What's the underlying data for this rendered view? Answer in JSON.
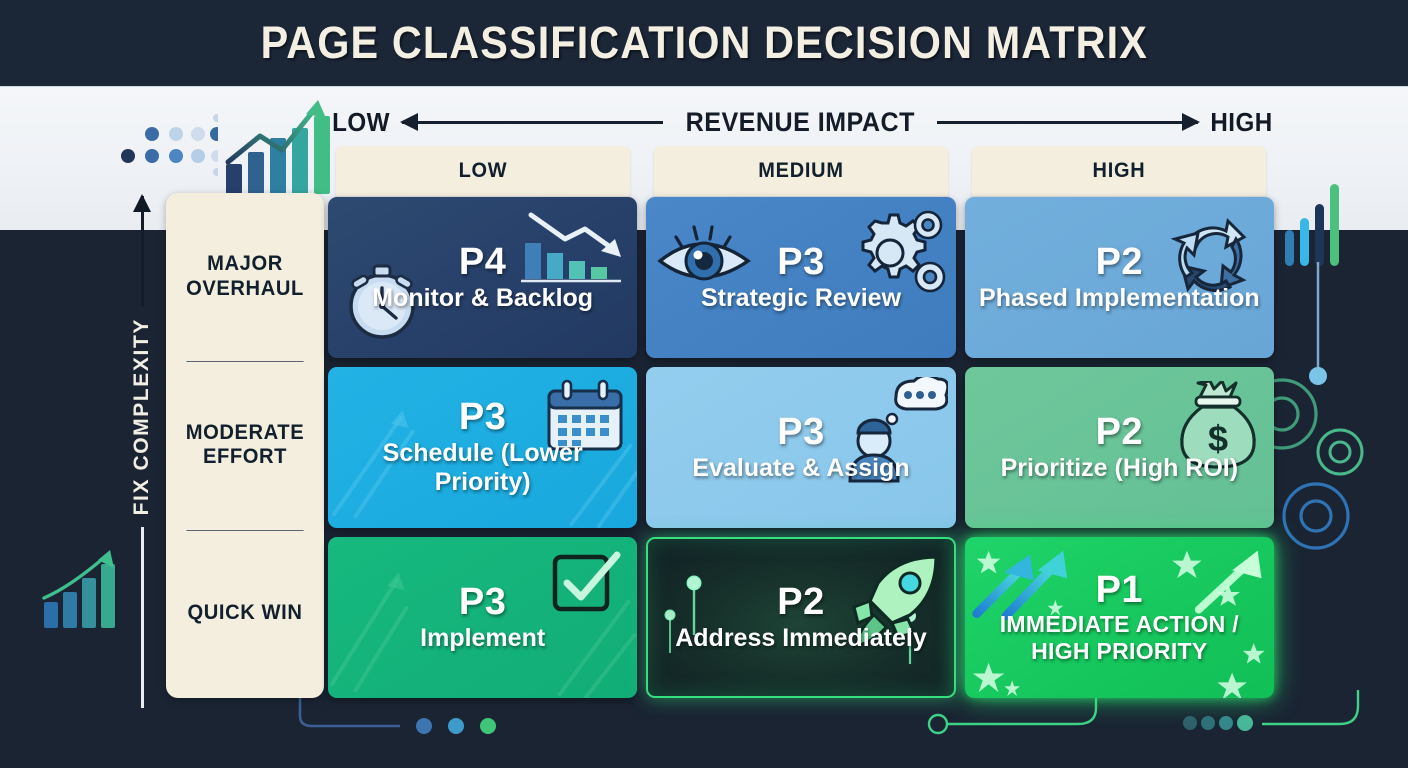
{
  "header": {
    "title": "PAGE CLASSIFICATION DECISION MATRIX"
  },
  "x_axis": {
    "low_label": "LOW",
    "title": "REVENUE IMPACT",
    "high_label": "HIGH",
    "columns": [
      "LOW",
      "MEDIUM",
      "HIGH"
    ]
  },
  "y_axis": {
    "title": "FIX COMPLEXITY",
    "rows": [
      "MAJOR OVERHAUL",
      "MODERATE EFFORT",
      "QUICK WIN"
    ]
  },
  "cells": [
    {
      "row": "MAJOR OVERHAUL",
      "column": "LOW",
      "priority": "P4",
      "action": "Monitor & Backlog",
      "color": "#27406a",
      "style": "navy",
      "icons": [
        "stopwatch-icon",
        "declining-bar-chart-icon"
      ]
    },
    {
      "row": "MAJOR OVERHAUL",
      "column": "MEDIUM",
      "priority": "P3",
      "action": "Strategic Review",
      "color": "#3e7cbe",
      "style": "blue",
      "icons": [
        "eye-icon",
        "gears-icon"
      ]
    },
    {
      "row": "MAJOR OVERHAUL",
      "column": "HIGH",
      "priority": "P2",
      "action": "Phased Implementation",
      "color": "#68a6d6",
      "style": "blue2",
      "icons": [
        "cycle-arrows-icon"
      ]
    },
    {
      "row": "MODERATE EFFORT",
      "column": "LOW",
      "priority": "P3",
      "action": "Schedule (Lower Priority)",
      "color": "#18a8dd",
      "style": "cyan",
      "icons": [
        "calendar-icon",
        "trend-arrow-icon"
      ]
    },
    {
      "row": "MODERATE EFFORT",
      "column": "MEDIUM",
      "priority": "P3",
      "action": "Evaluate & Assign",
      "color": "#88c6ea",
      "style": "sky",
      "icons": [
        "person-thinking-icon"
      ]
    },
    {
      "row": "MODERATE EFFORT",
      "column": "HIGH",
      "priority": "P2",
      "action": "Prioritize (High ROI)",
      "color": "#64c095",
      "style": "mint",
      "icons": [
        "money-bag-icon"
      ]
    },
    {
      "row": "QUICK WIN",
      "column": "LOW",
      "priority": "P3",
      "action": "Implement",
      "color": "#12ad77",
      "style": "green",
      "icons": [
        "checkbox-checked-icon",
        "trend-arrow-icon"
      ]
    },
    {
      "row": "QUICK WIN",
      "column": "MEDIUM",
      "priority": "P2",
      "action": "Address Immediately",
      "color": "#16302a",
      "style": "dark-glow",
      "icons": [
        "rocket-icon",
        "spark-icon"
      ]
    },
    {
      "row": "QUICK WIN",
      "column": "HIGH",
      "priority": "P1",
      "action": "IMMEDIATE ACTION / HIGH PRIORITY",
      "color": "#17c95f",
      "style": "neon-green",
      "icons": [
        "growth-arrows-icon",
        "star-icon"
      ]
    }
  ],
  "decorations": {
    "top_left": [
      "dot-grid-icon",
      "rising-bar-chart-icon"
    ],
    "right": [
      "bar-chart-icon",
      "gear-icon",
      "connector-dot-icon"
    ],
    "bottom_left": [
      "rising-bar-chart-icon"
    ],
    "bottom": [
      "connector-line-icon",
      "dot-icon"
    ],
    "bottom_right": [
      "circuit-connector-icon",
      "dot-icon"
    ]
  },
  "palette": {
    "background": "#1a2433",
    "title_bar": "#1b2637",
    "title_text": "#f3efe2",
    "panel_cream": "#f3eede",
    "light_band": "#eef1f5",
    "accent_green": "#17c95f",
    "accent_blue": "#3e7cbe"
  }
}
